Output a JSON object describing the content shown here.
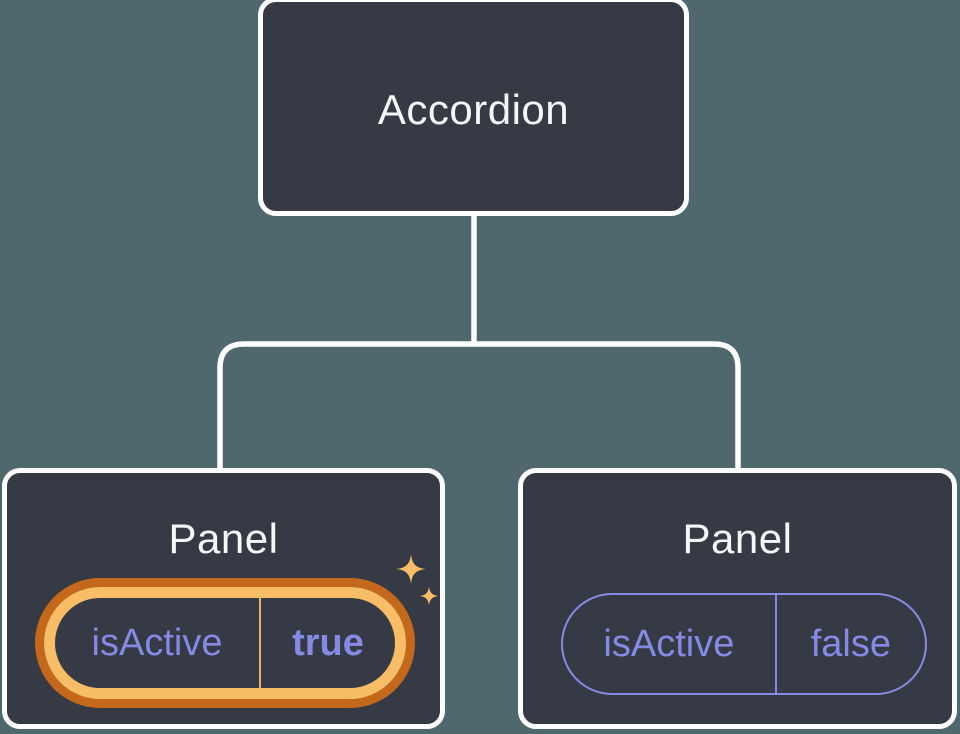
{
  "colors": {
    "background": "#4e686e",
    "node_fill": "#353a45",
    "node_border": "#ffffff",
    "label_text": "#f6f7f9",
    "prop_purple": "#858ae4",
    "orange_dark": "#c4691c",
    "orange_light": "#f8bd66",
    "orange_mid": "#eeb05f"
  },
  "icons": {
    "sparkle_large": "four-point-star",
    "sparkle_small": "four-point-star"
  },
  "tree": {
    "root": {
      "label": "Accordion"
    },
    "children": [
      {
        "label": "Panel",
        "prop_name": "isActive",
        "prop_value": "true",
        "highlighted": true
      },
      {
        "label": "Panel",
        "prop_name": "isActive",
        "prop_value": "false",
        "highlighted": false
      }
    ]
  }
}
